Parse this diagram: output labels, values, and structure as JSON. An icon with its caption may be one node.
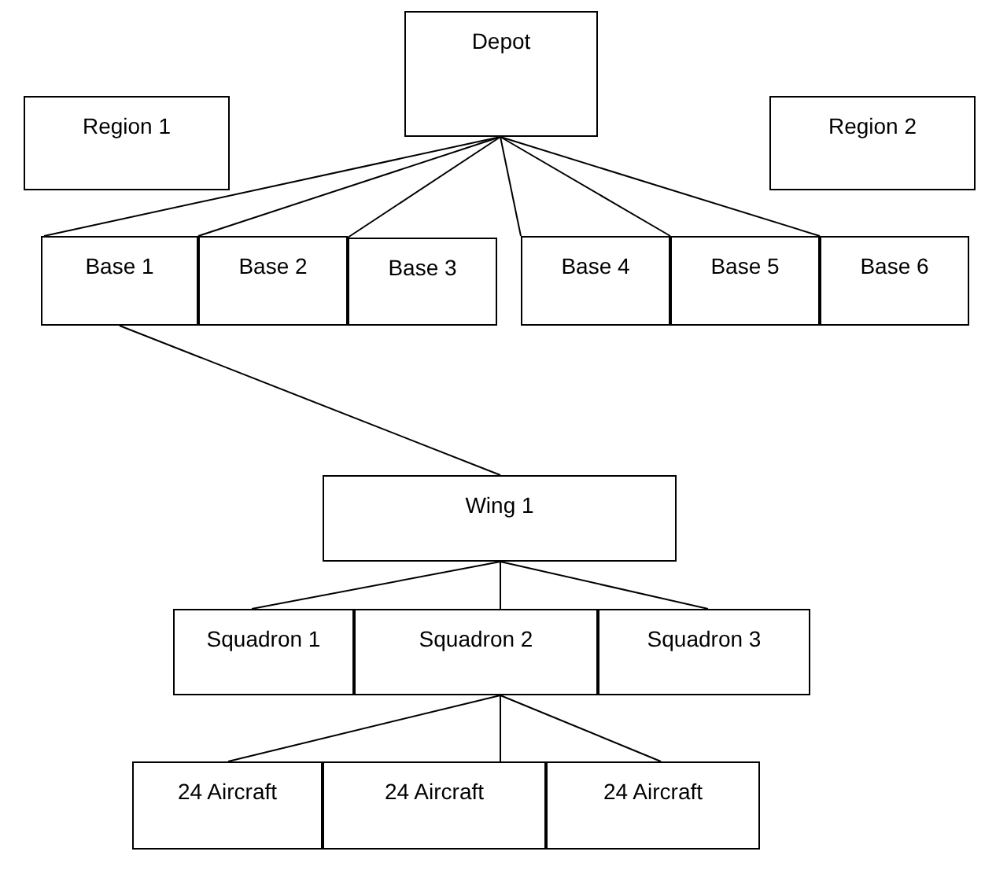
{
  "diagram": {
    "nodes": [
      {
        "text": [
          "Depot"
        ]
      },
      {
        "text": [
          "Region 1"
        ]
      },
      {
        "text": [
          "Region 2"
        ]
      },
      {
        "text": [
          "Base 1"
        ]
      },
      {
        "text": [
          "Base 2"
        ]
      },
      {
        "text": [
          "Base 3"
        ]
      },
      {
        "text": [
          "Base 4"
        ]
      },
      {
        "text": [
          "Base 5"
        ]
      },
      {
        "text": [
          "Base 6"
        ]
      },
      {
        "text": [
          "Wing 1"
        ]
      },
      {
        "text": [
          "Squadron 1"
        ]
      },
      {
        "text": [
          "Squadron 2"
        ]
      },
      {
        "text": [
          "Squadron 3"
        ]
      },
      {
        "text": [
          "24 Aircraft"
        ]
      },
      {
        "text": [
          "24 Aircraft"
        ]
      },
      {
        "text": [
          "24 Aircraft"
        ]
      }
    ],
    "edges": [
      {
        "from": 0,
        "to": 3,
        "arrow": "none"
      },
      {
        "from": 0,
        "to": 4,
        "arrow": "none"
      },
      {
        "from": 0,
        "to": 5,
        "arrow": "none"
      },
      {
        "from": 0,
        "to": 6,
        "arrow": "none"
      },
      {
        "from": 0,
        "to": 7,
        "arrow": "none"
      },
      {
        "from": 0,
        "to": 8,
        "arrow": "none"
      },
      {
        "from": 3,
        "to": 9,
        "arrow": "none"
      },
      {
        "from": 9,
        "to": 10,
        "arrow": "none"
      },
      {
        "from": 9,
        "to": 11,
        "arrow": "none"
      },
      {
        "from": 9,
        "to": 12,
        "arrow": "none"
      },
      {
        "from": 11,
        "to": 13,
        "arrow": "none"
      },
      {
        "from": 11,
        "to": 14,
        "arrow": "none"
      },
      {
        "from": 11,
        "to": 15,
        "arrow": "none"
      }
    ]
  }
}
